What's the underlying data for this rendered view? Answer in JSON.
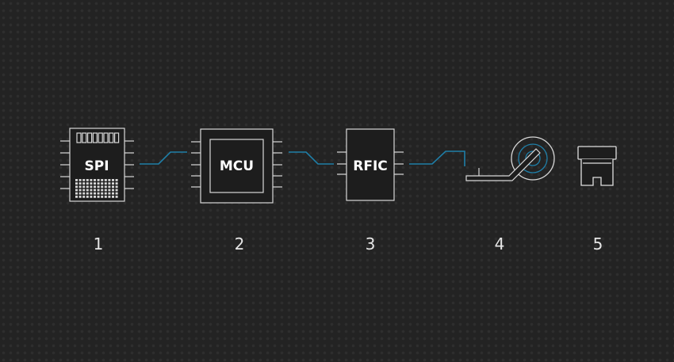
{
  "diagram": {
    "chips": {
      "spi": "SPI",
      "mcu": "MCU",
      "rfic": "RFIC"
    },
    "steps": [
      "1",
      "2",
      "3",
      "4",
      "5"
    ],
    "colors": {
      "background": "#232323",
      "outline": "#d8d8d8",
      "trace": "#1f7fa8"
    },
    "icons": [
      "flash-memory-chip-icon",
      "microcontroller-icon",
      "rf-chip-icon",
      "antenna-icon",
      "usb-receiver-icon"
    ]
  }
}
